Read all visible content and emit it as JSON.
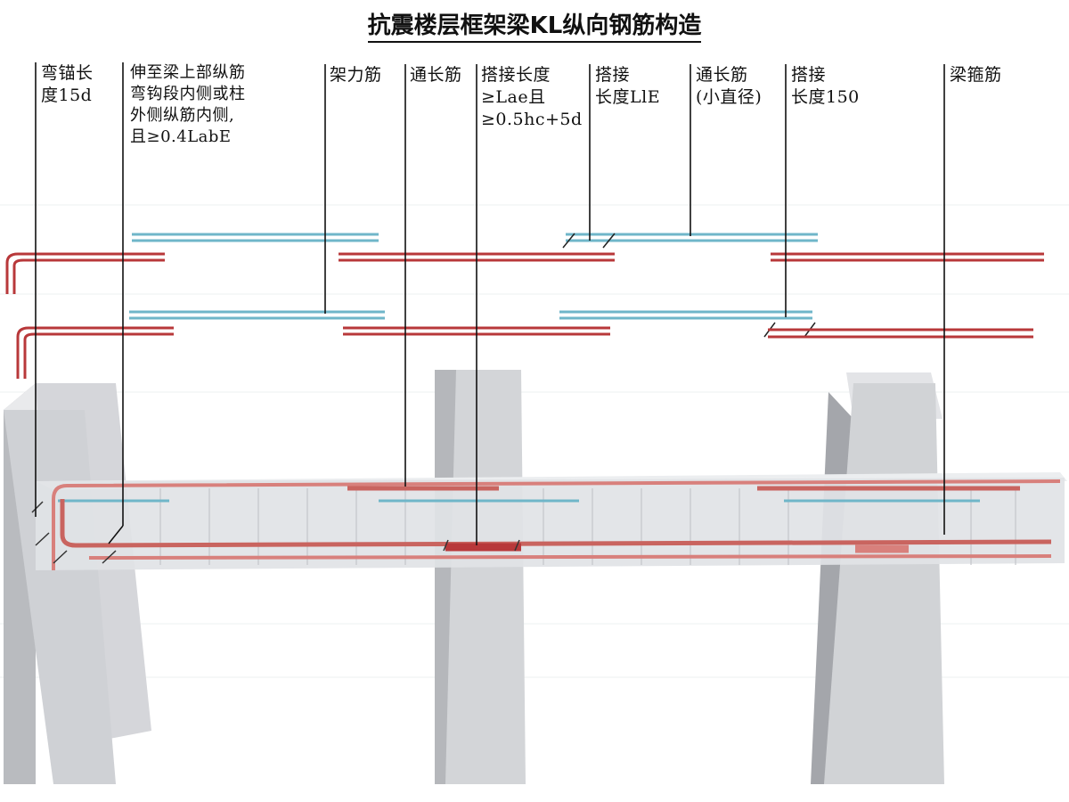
{
  "title": "抗震楼层框架梁KL纵向钢筋构造",
  "labels": {
    "bend_anchor": "弯锚长\n度15d",
    "extend_to_top": "伸至梁上部纵筋\n弯钩段内侧或柱\n外侧纵筋内侧,\n且≥0.4LabE",
    "erection_bar": "架力筋",
    "through_bar": "通长筋",
    "lap_length": "搭接长度\n≥Lae且\n≥0.5hc+5d",
    "lap_length_le": "搭接\n长度LlE",
    "through_bar_small": "通长筋\n(小直径)",
    "lap_150": "搭接\n长度150",
    "stirrup": "梁箍筋"
  },
  "colors": {
    "rebar_main": "#b8383a",
    "rebar_thin": "#6fb6c9",
    "column_face": "#dcdde0",
    "column_side": "#a7a9ae",
    "beam_face": "#e4e5e8",
    "leader": "#111111"
  }
}
